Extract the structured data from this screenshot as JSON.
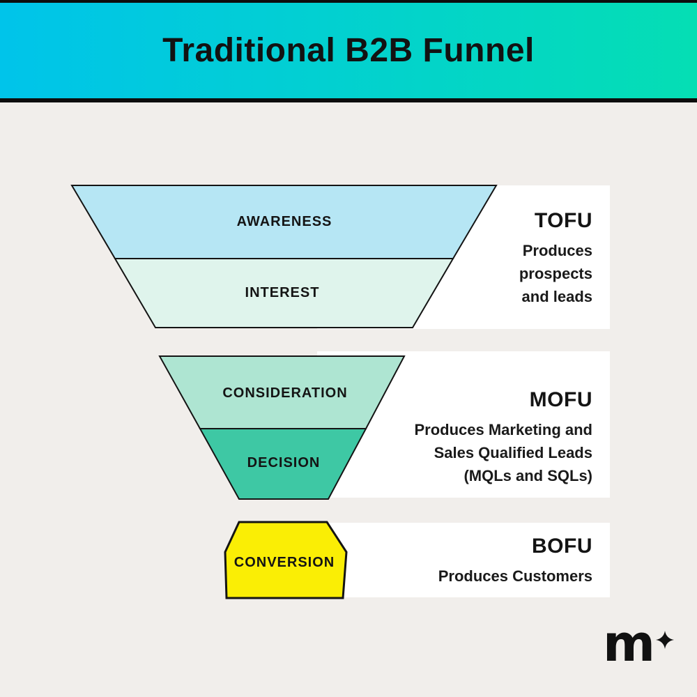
{
  "header": {
    "title": "Traditional B2B Funnel",
    "gradient_start": "#00C4EA",
    "gradient_end": "#05DEB4"
  },
  "colors": {
    "background": "#F1EEEB",
    "panel_bg": "#FFFFFF",
    "outline": "#141414",
    "text": "#1A1A1A"
  },
  "funnel": {
    "stages": [
      {
        "label": "AWARENESS",
        "color": "#B6E6F4"
      },
      {
        "label": "INTEREST",
        "color": "#DFF4EC"
      },
      {
        "label": "CONSIDERATION",
        "color": "#AEE5D2"
      },
      {
        "label": "DECISION",
        "color": "#3EC8A4"
      },
      {
        "label": "CONVERSION",
        "color": "#FAEE05"
      }
    ]
  },
  "panels": [
    {
      "title": "TOFU",
      "lines": [
        "Produces",
        "prospects",
        "and leads"
      ]
    },
    {
      "title": "MOFU",
      "lines": [
        "Produces Marketing and",
        "Sales Qualified Leads",
        "(MQLs and SQLs)"
      ]
    },
    {
      "title": "BOFU",
      "lines": [
        "Produces Customers"
      ]
    }
  ],
  "logo": {
    "letter": "m",
    "icon": "four-point-sparkle"
  }
}
